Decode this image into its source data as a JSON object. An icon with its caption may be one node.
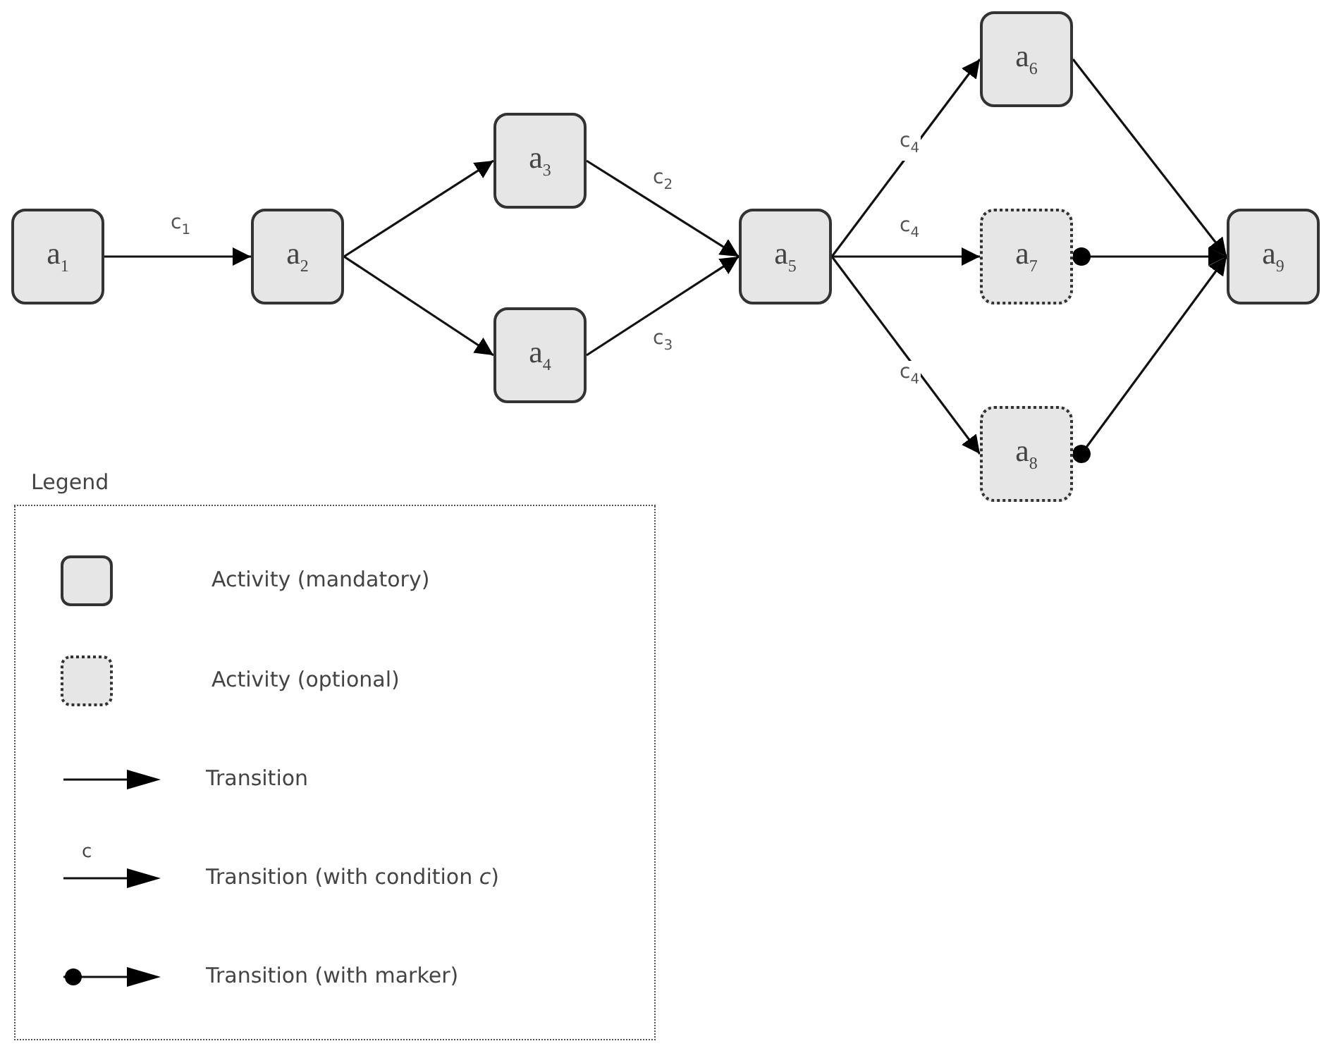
{
  "diagram": {
    "nodes": [
      {
        "text": [
          "a$_{1}$"
        ]
      },
      {
        "text": [
          "a$_{2}$"
        ]
      },
      {
        "text": [
          "a$_{3}$"
        ]
      },
      {
        "text": [
          "a$_{4}$"
        ]
      },
      {
        "text": [
          "a$_{5}$"
        ]
      },
      {
        "text": [
          "a$_{6}$"
        ]
      },
      {
        "text": [
          "a$_{7}$"
        ]
      },
      {
        "text": [
          "a$_{8}$"
        ]
      },
      {
        "text": [
          "a$_{9}$"
        ]
      }
    ],
    "edges": [
      {
        "from": 0,
        "to": 1,
        "arrow": "to",
        "label": "c$_{1}$"
      },
      {
        "from": 1,
        "to": 2,
        "arrow": "to"
      },
      {
        "from": 1,
        "to": 3,
        "arrow": "to"
      },
      {
        "from": 2,
        "to": 4,
        "arrow": "to",
        "label": "c$_{2}$"
      },
      {
        "from": 3,
        "to": 4,
        "arrow": "to",
        "label": "c$_{3}$"
      },
      {
        "from": 4,
        "to": 5,
        "arrow": "to",
        "label": "c$_{4}$"
      },
      {
        "from": 4,
        "to": 6,
        "arrow": "to",
        "label": "c$_{4}$"
      },
      {
        "from": 4,
        "to": 7,
        "arrow": "to",
        "label": "c$_{4}$"
      },
      {
        "from": 5,
        "to": 8,
        "arrow": "to"
      },
      {
        "from": 6,
        "to": 8,
        "arrow": "to"
      },
      {
        "from": 7,
        "to": 8,
        "arrow": "to"
      }
    ],
    "labels": [
      "Legend",
      "c"
    ],
    "legend": [
      {
        "text": "Activity (mandatory)"
      },
      {
        "text": "Activity (optional)"
      },
      {
        "text": "Transition"
      },
      {
        "text": "Transition (with condition *c*)"
      },
      {
        "text": "Transition (with marker)"
      }
    ]
  }
}
